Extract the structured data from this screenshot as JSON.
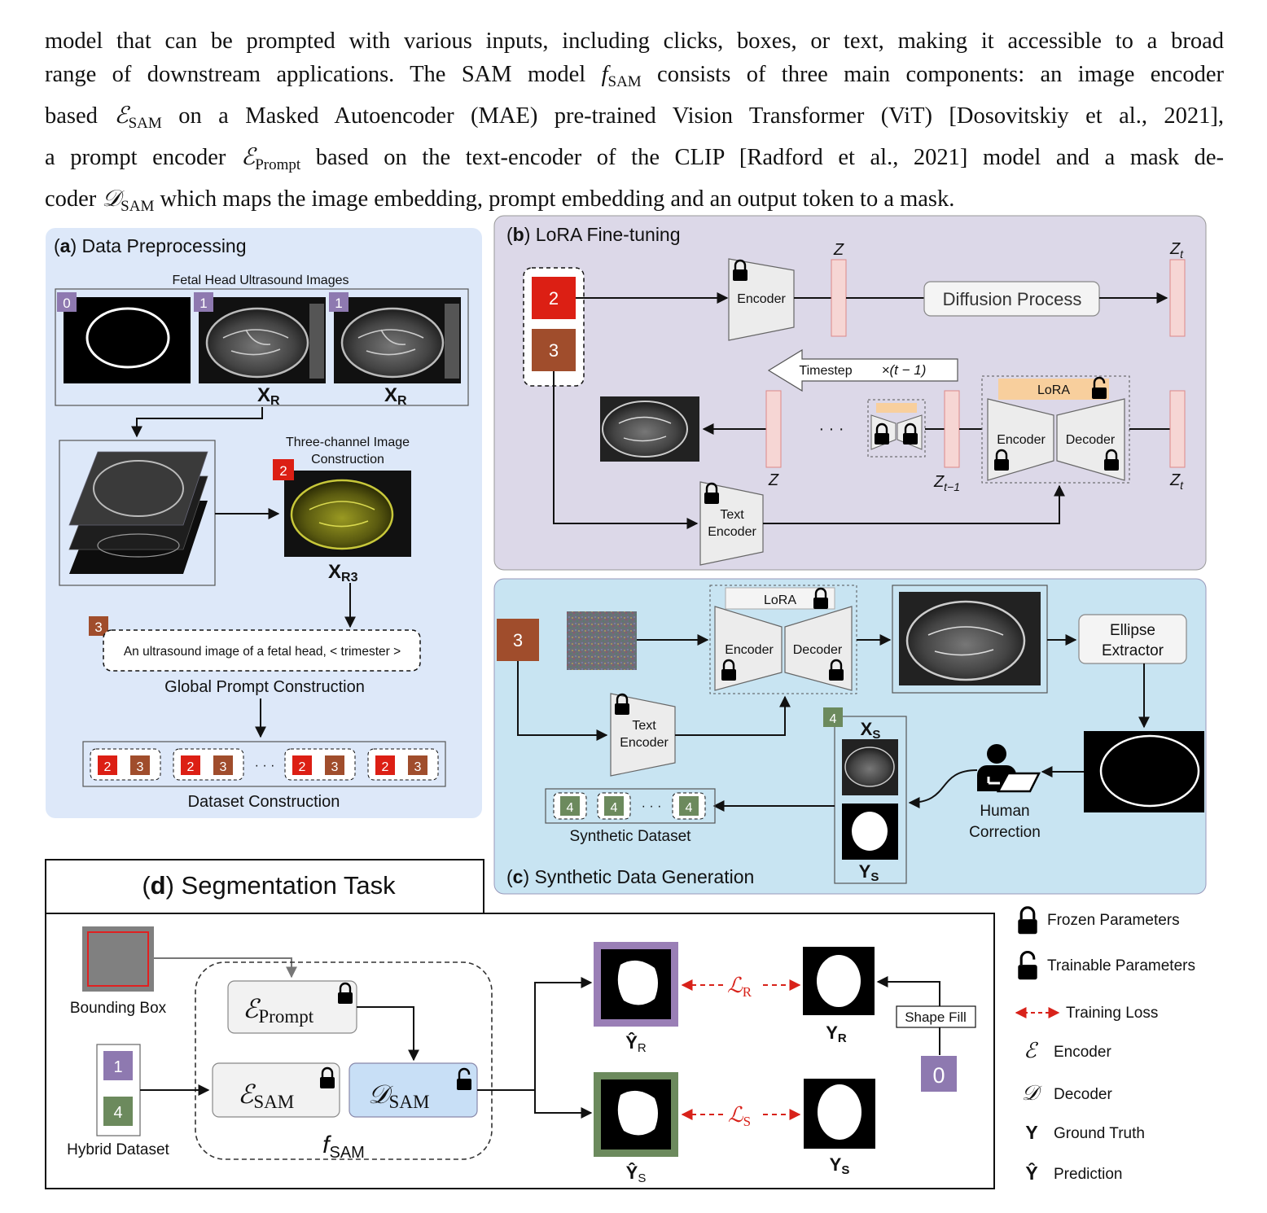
{
  "paragraph": {
    "l1": "model that can be prompted with various inputs, including clicks, boxes, or text, making it accessible to a broad",
    "l2a": "range of downstream applications. The SAM model ",
    "l2f": "f",
    "l2sub": "SAM",
    "l2b": " consists of three main components: an image encoder",
    "l3a": "based ",
    "l3e": "ℰ",
    "l3sub": "SAM",
    "l3b": " on a Masked Autoencoder (MAE) pre-trained Vision Transformer (ViT) [Dosovitskiy et al., 2021],",
    "l4a": "a prompt encoder ",
    "l4e": "ℰ",
    "l4sub": "Prompt",
    "l4b": " based on the text-encoder of the CLIP [Radford et al., 2021] model and a mask de-",
    "l5a": "coder ",
    "l5d": "𝒟",
    "l5sub": "SAM",
    "l5b": " which maps the image embedding, prompt embedding and an output token to a mask."
  },
  "panel_a": {
    "label_bold": "a",
    "title": ") Data Preprocessing",
    "images_caption": "Fetal Head Ultrasound Images",
    "badge0": "0",
    "badge1a": "1",
    "badge1b": "1",
    "xr1": "X",
    "xr1sub": "R",
    "xr2": "X",
    "xr2sub": "R",
    "three_channel_l1": "Three-channel Image",
    "three_channel_l2": "Construction",
    "badge2": "2",
    "xr3": "X",
    "xr3sub": "R3",
    "badge3": "3",
    "prompt_text": "An ultrasound image of a fetal head, < trimester >",
    "global_prompt": "Global Prompt Construction",
    "ds_2": "2",
    "ds_3": "3",
    "ds_dots": "· · ·",
    "dataset_construction": "Dataset Construction"
  },
  "panel_b": {
    "label_bold": "b",
    "title": ") LoRA Fine-tuning",
    "badge2": "2",
    "badge3": "3",
    "encoder": "Encoder",
    "z_top": "Z",
    "diffusion": "Diffusion Process",
    "zt_top": "Z",
    "zt_sub": "t",
    "timestep": "Timestep",
    "times": "×(t − 1)",
    "lora": "LoRA",
    "dots": "· · ·",
    "encoder2": "Encoder",
    "decoder2": "Decoder",
    "z_bottom": "Z",
    "zt1": "Z",
    "zt1_sub": "t−1",
    "zt_bottom": "Z",
    "zt_bottom_sub": "t",
    "text_l1": "Text",
    "text_l2": "Encoder"
  },
  "panel_c": {
    "label_bold": "c",
    "title": ") Synthetic Data Generation",
    "badge3": "3",
    "lora": "LoRA",
    "encoder": "Encoder",
    "decoder": "Decoder",
    "ellipse_l1": "Ellipse",
    "ellipse_l2": "Extractor",
    "text_l1": "Text",
    "text_l2": "Encoder",
    "badge4": "4",
    "xs": "X",
    "xs_sub": "S",
    "ys": "Y",
    "ys_sub": "S",
    "human_l1": "Human",
    "human_l2": "Correction",
    "synth_dataset": "Synthetic Dataset",
    "sd_4": "4",
    "sd_dots": "· · ·"
  },
  "panel_d": {
    "label_bold": "d",
    "title": ") Segmentation Task",
    "bbox": "Bounding Box",
    "e_prompt": "ℰ",
    "e_prompt_sub": "Prompt",
    "e_sam": "ℰ",
    "e_sam_sub": "SAM",
    "d_sam": "𝒟",
    "d_sam_sub": "SAM",
    "fsam": "f",
    "fsam_sub": "SAM",
    "hybrid": "Hybrid Dataset",
    "h1": "1",
    "h4": "4",
    "yhat_r": "Ŷ",
    "yhat_r_sub": "R",
    "yhat_s": "Ŷ",
    "yhat_s_sub": "S",
    "l_r": "ℒ",
    "l_r_sub": "R",
    "l_s": "ℒ",
    "l_s_sub": "S",
    "y_r": "Y",
    "y_r_sub": "R",
    "y_s": "Y",
    "y_s_sub": "S",
    "shape_fill": "Shape Fill",
    "badge0": "0"
  },
  "legend": {
    "frozen": "Frozen Parameters",
    "trainable": "Trainable Parameters",
    "loss": "Training Loss",
    "enc_sym": "ℰ",
    "enc": "Encoder",
    "dec_sym": "𝒟",
    "dec": "Decoder",
    "gt_sym": "Y",
    "gt": "Ground Truth",
    "pred_sym": "Ŷ",
    "pred": "Prediction"
  },
  "colors": {
    "panel_a_bg": "#dde8f9",
    "panel_b_bg": "#dcd8e8",
    "panel_c_bg": "#c8e4f2",
    "badge0": "#8e79b0",
    "badge2": "#dc1f14",
    "badge3": "#a04d2c",
    "badge4": "#6c8a5d",
    "latent": "#f6d6d4",
    "lora": "#f8cf9d",
    "loss": "#d8221a",
    "dsam": "#c8dff6"
  }
}
